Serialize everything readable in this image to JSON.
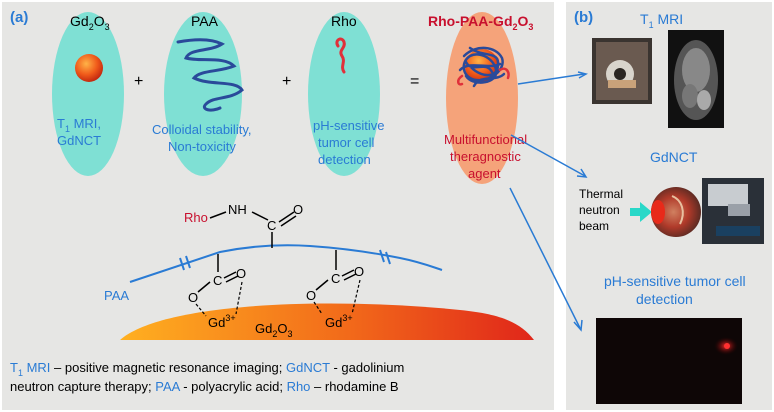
{
  "panel_a": {
    "tag": "(a)",
    "components": [
      {
        "formula_main": "Gd",
        "formula_sub1": "2",
        "formula_mid": "O",
        "formula_sub2": "3",
        "desc_line1_main": "T",
        "desc_line1_sub": "1",
        "desc_line1_rest": " MRI,",
        "desc_line2": "GdNCT"
      },
      {
        "name": "PAA",
        "desc_line1": "Colloidal stability,",
        "desc_line2": "Non-toxicity"
      },
      {
        "name": "Rho",
        "desc_line1": "pH-sensitive",
        "desc_line2": "tumor cell",
        "desc_line3": "detection"
      },
      {
        "name": "Rho-PAA-Gd",
        "name_sub1": "2",
        "name_mid": "O",
        "name_sub2": "3",
        "desc_line1": "Multifunctional",
        "desc_line2": "theragnostic",
        "desc_line3": "agent"
      }
    ],
    "operators": [
      "+",
      "+",
      "="
    ],
    "structure": {
      "rho": "Rho",
      "nh": "NH",
      "c": "C",
      "o": "O",
      "paa": "PAA",
      "gd_ion": "Gd",
      "gd_charge": "3+",
      "surface_main": "Gd",
      "surface_sub1": "2",
      "surface_mid": "O",
      "surface_sub2": "3"
    },
    "legend": {
      "t1_main": "T",
      "t1_sub": "1",
      "t1_rest": " MRI",
      "t1_desc": " – positive magnetic resonance imaging;",
      "gdnct": "GdNCT",
      "gdnct_desc": " - gadolinium",
      "line2_part1": "neutron capture therapy;",
      "paa": "PAA",
      "paa_desc": " - polyacrylic acid;",
      "rho": "Rho",
      "rho_desc": " – rhodamine B"
    }
  },
  "panel_b": {
    "tag": "(b)",
    "mri_title_main": "T",
    "mri_title_sub": "1",
    "mri_title_rest": " MRI",
    "gdnct_title": "GdNCT",
    "beam_line1": "Thermal",
    "beam_line2": "neutron",
    "beam_line3": "beam",
    "ph_line1": "pH-sensitive tumor cell",
    "ph_line2": "detection"
  },
  "colors": {
    "blue_text": "#2a7bd4",
    "red_text": "#c8102e",
    "teal_ellipse": "#7fe0d4",
    "orange_ellipse": "#f5a37a",
    "panel_bg": "#e6e6e4",
    "polymer": "#2a4a9a"
  }
}
